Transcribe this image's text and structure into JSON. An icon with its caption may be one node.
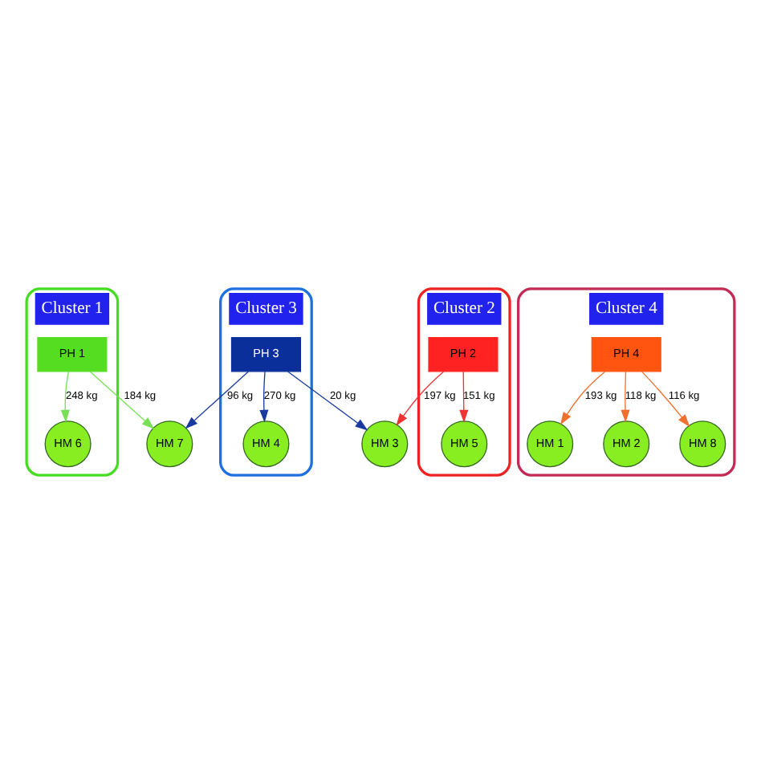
{
  "diagram": {
    "nodes": [
      {
        "text": [
          "Cluster 1"
        ]
      },
      {
        "text": [
          "HM 6"
        ],
        "in": 0
      },
      {
        "text": [
          "PH 1"
        ],
        "in": 0
      },
      {
        "text": [
          "Cluster 4"
        ]
      },
      {
        "text": [
          "HM 1"
        ],
        "in": 3
      },
      {
        "text": [
          "HM 2"
        ],
        "in": 3
      },
      {
        "text": [
          "PH 4"
        ],
        "in": 3
      },
      {
        "text": [
          "HM 8"
        ],
        "in": 3
      },
      {
        "text": [
          "HM 7"
        ]
      },
      {
        "text": [
          "Cluster 3"
        ]
      },
      {
        "text": [
          "PH 3"
        ],
        "in": 9
      },
      {
        "text": [
          "HM 4"
        ],
        "in": 9
      },
      {
        "text": [
          "Cluster 2"
        ]
      },
      {
        "text": [
          "PH 2"
        ],
        "in": 12
      },
      {
        "text": [
          "HM 3"
        ]
      },
      {
        "text": [
          "HM 5"
        ],
        "in": 12
      }
    ],
    "edges": [
      {
        "from": 2,
        "to": 1,
        "arrow": "to",
        "label": "248 kg",
        "color": "#77e055"
      },
      {
        "from": 2,
        "to": 8,
        "arrow": "to",
        "label": "184 kg",
        "color": "#77e055"
      },
      {
        "from": 6,
        "to": 4,
        "arrow": "to",
        "label": "193 kg",
        "color": "#f07030"
      },
      {
        "from": 6,
        "to": 5,
        "arrow": "to",
        "label": "118 kg",
        "color": "#f07030"
      },
      {
        "from": 6,
        "to": 7,
        "arrow": "to",
        "label": "116 kg",
        "color": "#f07030"
      },
      {
        "from": 10,
        "to": 8,
        "arrow": "to",
        "label": "96 kg",
        "color": "#1a3aa0"
      },
      {
        "from": 10,
        "to": 14,
        "arrow": "to",
        "label": "20 kg",
        "color": "#1a3aa0"
      },
      {
        "from": 10,
        "to": 11,
        "arrow": "to",
        "label": "270 kg",
        "color": "#1a3aa0"
      },
      {
        "from": 13,
        "to": 14,
        "arrow": "to",
        "label": "197 kg",
        "color": "#ee3333"
      },
      {
        "from": 13,
        "to": 15,
        "arrow": "to",
        "label": "151 kg",
        "color": "#ee3333"
      }
    ]
  }
}
